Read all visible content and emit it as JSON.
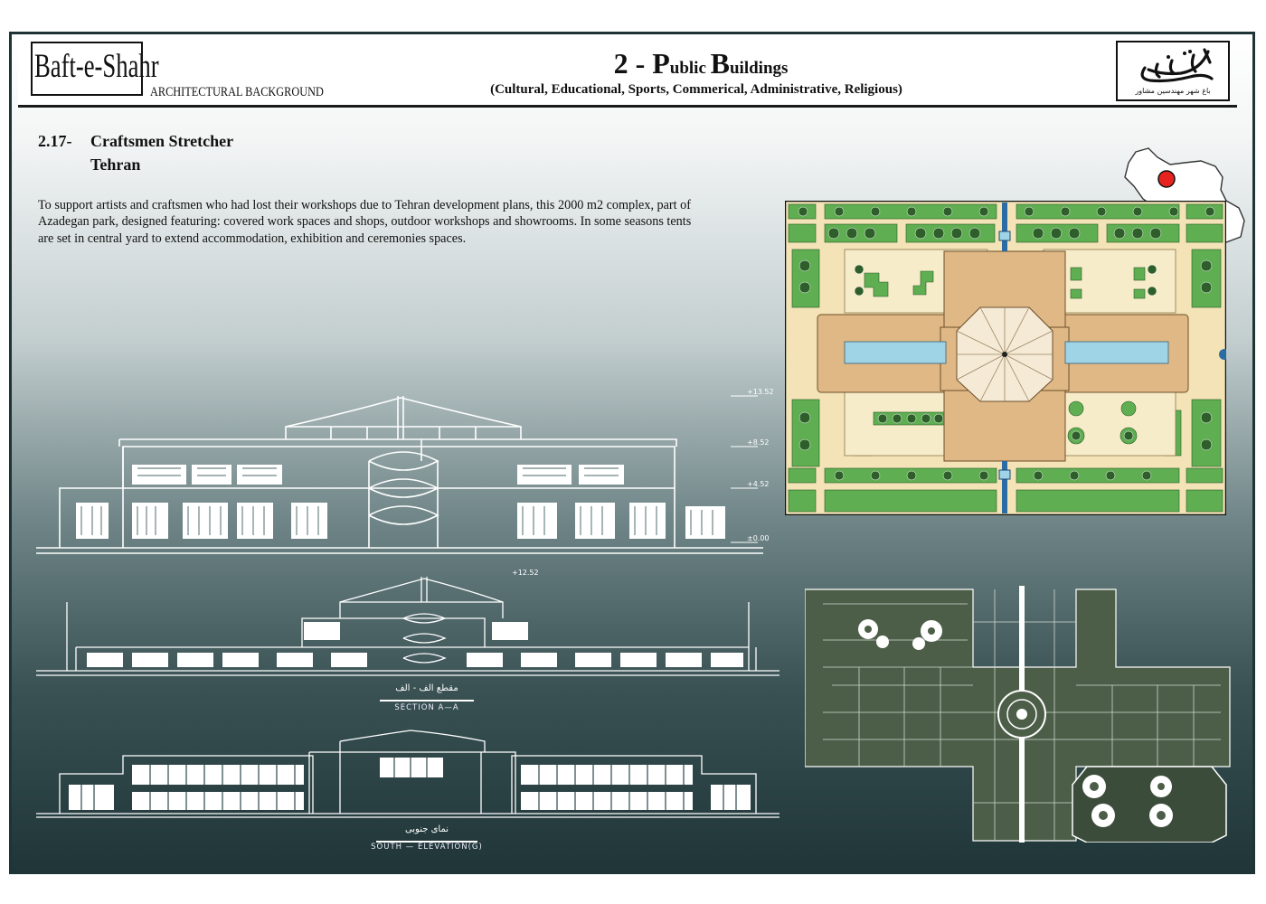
{
  "header": {
    "logo": "Baft-e-Shahr",
    "logo_sub": "ARCHITECTURAL  BACKGROUND",
    "title_num": "2 - ",
    "title_P": "P",
    "title_ublic": "ublic ",
    "title_B": "B",
    "title_uildings": "uildings",
    "subtitle": "(Cultural, Educational, Sports, Commerical, Administrative, Religious)",
    "seal_text": "باغ شهر مهندسین مشاور"
  },
  "section": {
    "number": "2.17-",
    "title": "Craftsmen Stretcher",
    "city": "Tehran",
    "description": "To support artists and craftsmen who had lost their workshops due to Tehran  development plans, this 2000 m2 complex, part of Azadegan park, designed featuring: covered work spaces and shops, outdoor workshops and showrooms. In some seasons tents are set in central yard to extend accommodation, exhibition and ceremonies spaces."
  },
  "drawings": {
    "section_label": "SECTION    A—A",
    "section_label_fa": "مقطع الف - الف",
    "elevation_label": "SOUTH — ELEVATION(G)",
    "elevation_label_fa": "نمای جنوبی",
    "level_1": "+13.52",
    "level_2": "+8.52",
    "level_3": "+4.52",
    "level_4": "±0.00",
    "level_5": "+12.52"
  },
  "colors": {
    "map_dot": "#e8231f",
    "plan_green": "#5fae52",
    "plan_beige": "#f3e3b7",
    "plan_roof": "#dfb886",
    "plan_water": "#9fd3e6",
    "floor_plan": "#4c5e48"
  }
}
